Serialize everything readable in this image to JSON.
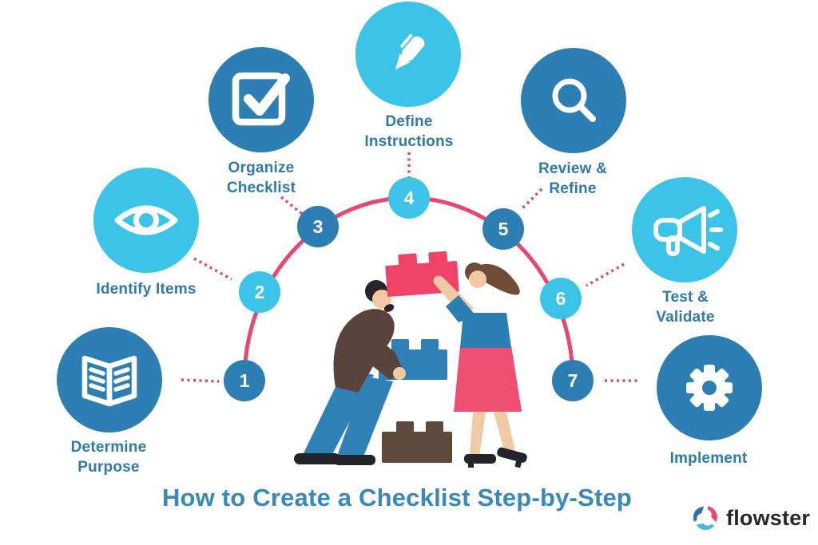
{
  "title": "How to Create a Checklist Step-by-Step",
  "steps": [
    {
      "number": "1",
      "label": "Determine Purpose",
      "icon": "book-icon",
      "variant": "dark"
    },
    {
      "number": "2",
      "label": "Identify Items",
      "icon": "eye-icon",
      "variant": "light"
    },
    {
      "number": "3",
      "label": "Organize Checklist",
      "icon": "checkbox-icon",
      "variant": "dark"
    },
    {
      "number": "4",
      "label": "Define Instructions",
      "icon": "pen-icon",
      "variant": "light"
    },
    {
      "number": "5",
      "label": "Review & Refine",
      "icon": "search-icon",
      "variant": "dark"
    },
    {
      "number": "6",
      "label": "Test & Validate",
      "icon": "megaphone-icon",
      "variant": "light"
    },
    {
      "number": "7",
      "label": "Implement",
      "icon": "gear-icon",
      "variant": "dark"
    }
  ],
  "logo": {
    "text": "flowster"
  },
  "colors": {
    "dark_blue": "#2d7fb3",
    "light_blue": "#3bc4e8",
    "arc_pink": "#e8476f",
    "dotted_red": "#dd4a63",
    "label_text": "#2d7aab",
    "title_text": "#3a88ba",
    "logo_text": "#26282d",
    "block_pink": "#ee4266",
    "block_blue": "#2e80b6",
    "block_brown": "#5f483c"
  }
}
